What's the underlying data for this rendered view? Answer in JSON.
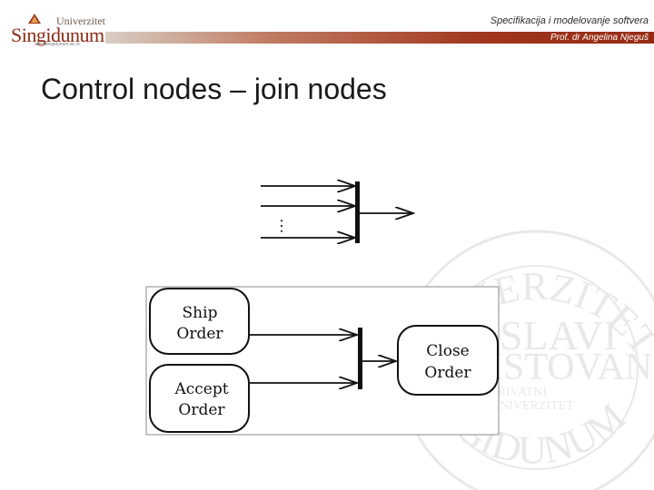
{
  "header": {
    "logo_top": "Univerzitet",
    "logo_main": "Singidunum",
    "logo_url": "www.singidunum.ac.rs",
    "course_title": "Specifikacija i modelovanje softvera",
    "author": "Prof. dr Angelina Njeguš"
  },
  "slide": {
    "title": "Control nodes – join nodes"
  },
  "diagram": {
    "ellipsis": "…",
    "nodes": [
      {
        "line1": "Ship",
        "line2": "Order"
      },
      {
        "line1": "Accept",
        "line2": "Order"
      },
      {
        "line1": "Close",
        "line2": "Order"
      }
    ]
  },
  "watermark": {
    "top_arc": "UNIVERZITET",
    "bottom_arc": "SINGIDUNUM",
    "line1": "SLAVI",
    "line2": "ISTOVANI",
    "line3": "PRIVATNI",
    "line4": "UNIVERZITET"
  }
}
